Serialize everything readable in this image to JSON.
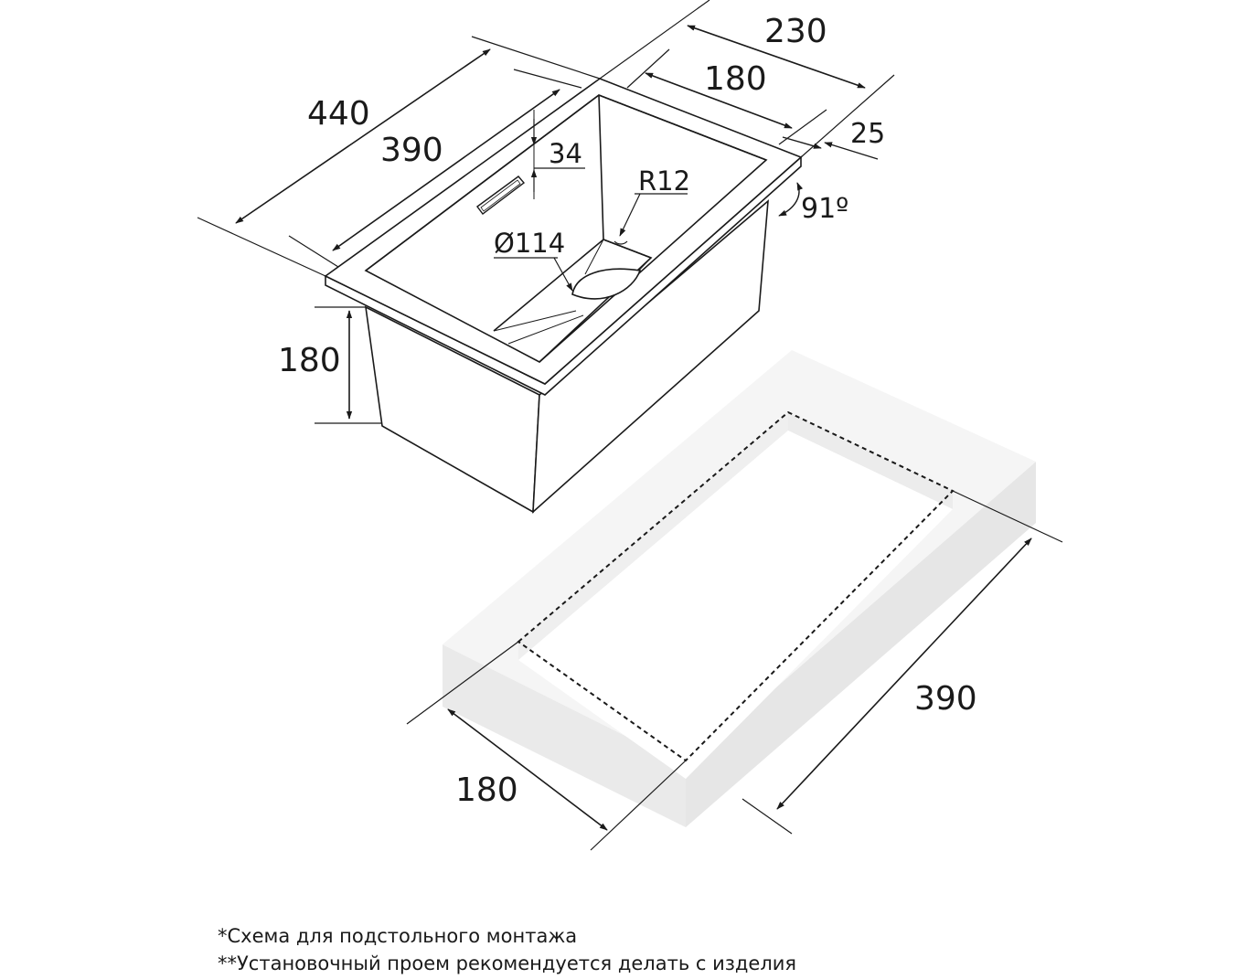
{
  "dimensions": {
    "outer_length": "440",
    "inner_length": "390",
    "outer_width": "230",
    "inner_width": "180",
    "rim_width": "25",
    "overflow_offset": "34",
    "corner_radius": "R12",
    "drain_diameter": "Ø114",
    "side_angle": "91º",
    "bowl_depth": "180",
    "cutout_length": "390",
    "cutout_width": "180"
  },
  "notes": {
    "line1": "*Схема для подстольного монтажа",
    "line2": "**Установочный проем рекомендуется делать с изделия"
  },
  "colors": {
    "line": "#1a1a1a",
    "countertop_top": "#f7f7f7",
    "countertop_side": "#ebebeb"
  }
}
